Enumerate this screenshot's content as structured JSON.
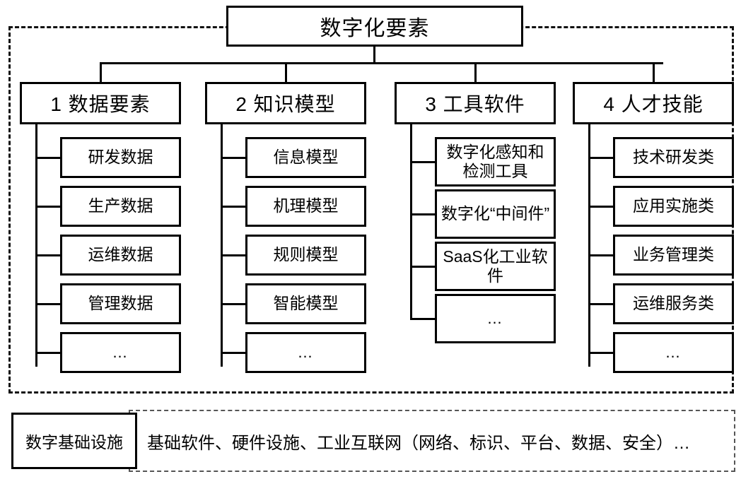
{
  "diagram": {
    "root": {
      "label": "数字化要素"
    },
    "columns": [
      {
        "header": "1 数据要素",
        "items": [
          {
            "label": "研发数据"
          },
          {
            "label": "生产数据"
          },
          {
            "label": "运维数据"
          },
          {
            "label": "管理数据"
          },
          {
            "label": "…"
          }
        ]
      },
      {
        "header": "2 知识模型",
        "items": [
          {
            "label": "信息模型"
          },
          {
            "label": "机理模型"
          },
          {
            "label": "规则模型"
          },
          {
            "label": "智能模型"
          },
          {
            "label": "…"
          }
        ]
      },
      {
        "header": "3 工具软件",
        "items": [
          {
            "label": "数字化感知和检测工具"
          },
          {
            "label": "数字化“中间件”"
          },
          {
            "label": "SaaS化工业软件"
          },
          {
            "label": "…"
          }
        ]
      },
      {
        "header": "4 人才技能",
        "items": [
          {
            "label": "技术研发类"
          },
          {
            "label": "应用实施类"
          },
          {
            "label": "业务管理类"
          },
          {
            "label": "运维服务类"
          },
          {
            "label": "…"
          }
        ]
      }
    ],
    "infrastructure": {
      "label": "数字基础设施",
      "content": "基础软件、硬件设施、工业互联网（网络、标识、平台、数据、安全）…"
    }
  }
}
